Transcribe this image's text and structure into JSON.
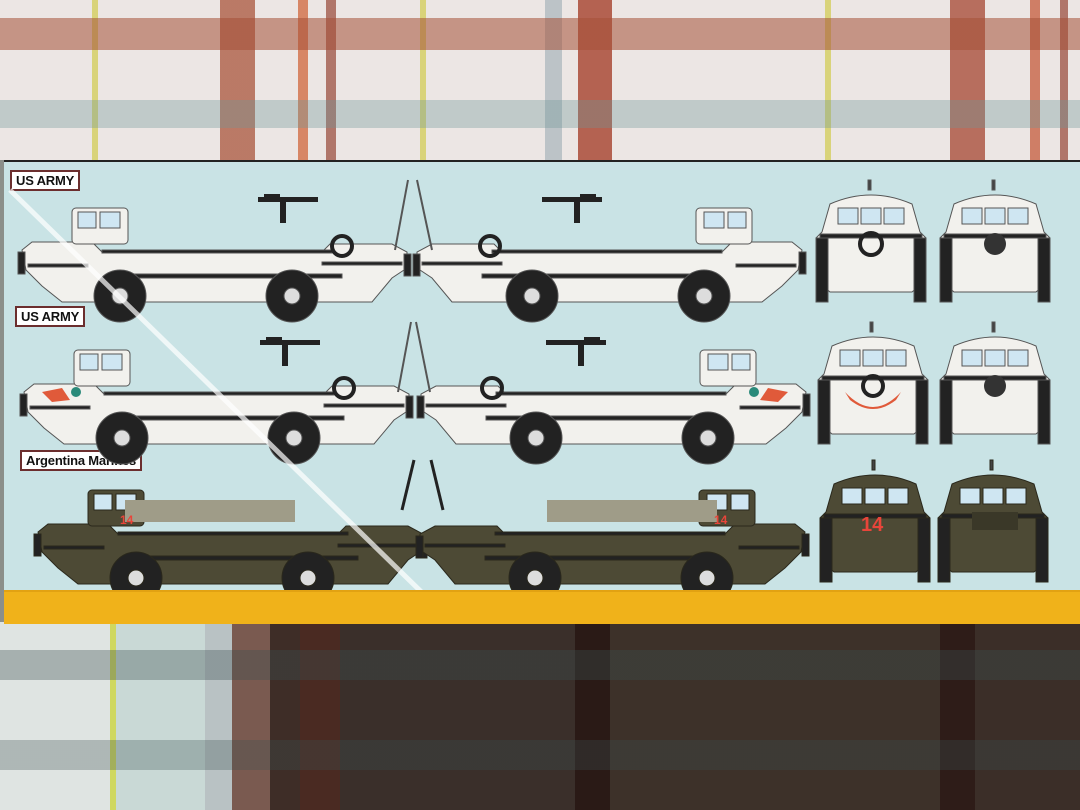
{
  "scene": {
    "description": "Photo of a scale model kit box side panel showing color/marking profiles of a LARC-V amphibious vehicle, lying on a plaid cloth",
    "colors": {
      "panel_background": "#c9e3e5",
      "bottom_stripe": "#f0b21a",
      "label_border": "#6b2e2e",
      "vehicle_white": "#f2f1ed",
      "vehicle_olive": "#4d4a35",
      "shark_mouth_red": "#e05a3a",
      "marking_red": "#e8453a"
    }
  },
  "rows": [
    {
      "label": "US ARMY",
      "scheme": "white",
      "views": [
        "left-side",
        "right-side",
        "front",
        "rear"
      ],
      "markings": {
        "hull_number": "",
        "nose_art": false
      }
    },
    {
      "label": "US ARMY",
      "scheme": "white-shark-mouth",
      "views": [
        "left-side",
        "right-side",
        "front",
        "rear"
      ],
      "markings": {
        "hull_number": "",
        "nose_art": true
      }
    },
    {
      "label": "Argentina Marines",
      "scheme": "olive-drab",
      "views": [
        "left-side",
        "right-side",
        "front",
        "rear"
      ],
      "markings": {
        "hull_number": "14",
        "nose_art": false
      }
    }
  ]
}
